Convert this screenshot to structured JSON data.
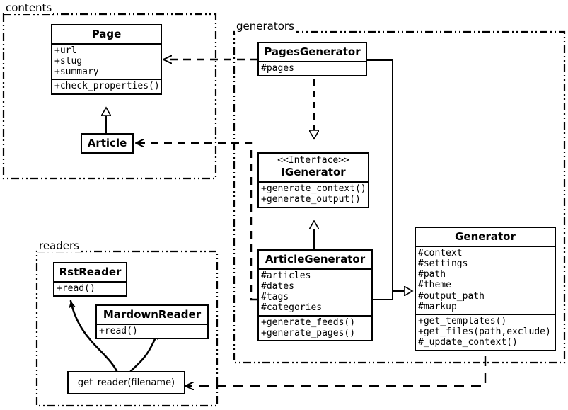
{
  "diagram": {
    "type": "uml-class-diagram",
    "stroke_color": "#000000",
    "background_color": "#ffffff"
  },
  "packages": [
    {
      "id": "contents",
      "label": "contents"
    },
    {
      "id": "generators",
      "label": "generators"
    },
    {
      "id": "readers",
      "label": "readers"
    }
  ],
  "classes": {
    "page": {
      "name": "Page",
      "attributes": [
        "+url",
        "+slug",
        "+summary"
      ],
      "operations": [
        "+check_properties()"
      ]
    },
    "article": {
      "name": "Article",
      "attributes": [],
      "operations": []
    },
    "pages_generator": {
      "name": "PagesGenerator",
      "attributes": [
        "#pages"
      ],
      "operations": []
    },
    "igenerator": {
      "stereotype": "<<Interface>>",
      "name": "IGenerator",
      "attributes": [],
      "operations": [
        "+generate_context()",
        "+generate_output()"
      ]
    },
    "article_generator": {
      "name": "ArticleGenerator",
      "attributes": [
        "#articles",
        "#dates",
        "#tags",
        "#categories"
      ],
      "operations": [
        "+generate_feeds()",
        "+generate_pages()"
      ]
    },
    "generator": {
      "name": "Generator",
      "attributes": [
        "#context",
        "#settings",
        "#path",
        "#theme",
        "#output_path",
        "#markup"
      ],
      "operations": [
        "+get_templates()",
        "+get_files(path,exclude)",
        "#_update_context()"
      ]
    },
    "rst_reader": {
      "name": "RstReader",
      "attributes": [],
      "operations": [
        "+read()"
      ]
    },
    "mardown_reader": {
      "name": "MardownReader",
      "attributes": [],
      "operations": [
        "+read()"
      ]
    },
    "get_reader": {
      "name": "get_reader(filename)"
    }
  },
  "relationships": [
    {
      "from": "article",
      "to": "page",
      "kind": "generalization"
    },
    {
      "from": "pages_generator",
      "to": "igenerator",
      "kind": "realization"
    },
    {
      "from": "article_generator",
      "to": "igenerator",
      "kind": "generalization"
    },
    {
      "from": "pages_generator",
      "to": "generator",
      "kind": "generalization"
    },
    {
      "from": "article_generator",
      "to": "generator",
      "kind": "generalization"
    },
    {
      "from": "pages_generator",
      "to": "page",
      "kind": "dependency"
    },
    {
      "from": "article_generator",
      "to": "article",
      "kind": "dependency"
    },
    {
      "from": "generator",
      "to": "get_reader",
      "kind": "dependency"
    },
    {
      "from": "get_reader",
      "to": "rst_reader",
      "kind": "usage"
    },
    {
      "from": "get_reader",
      "to": "mardown_reader",
      "kind": "usage"
    }
  ]
}
